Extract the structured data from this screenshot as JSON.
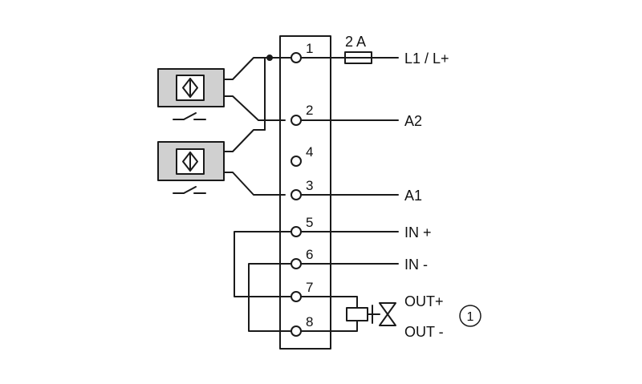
{
  "colors": {
    "line": "#1a1a1a",
    "sensor_fill": "#d0d0d0",
    "background": "#ffffff"
  },
  "terminals": [
    {
      "number": "1"
    },
    {
      "number": "2"
    },
    {
      "number": "4"
    },
    {
      "number": "3"
    },
    {
      "number": "5"
    },
    {
      "number": "6"
    },
    {
      "number": "7"
    },
    {
      "number": "8"
    }
  ],
  "signals": {
    "l1": "L1 / L+",
    "a2": "A2",
    "a1": "A1",
    "in_plus": "IN +",
    "in_minus": "IN -",
    "out_plus": "OUT+",
    "out_minus": "OUT -"
  },
  "fuse_label": "2 A",
  "callout": "1",
  "icons": [
    "inductive-sensor-icon",
    "inductive-sensor-icon",
    "fuse-icon",
    "solenoid-coil-icon",
    "valve-icon"
  ]
}
